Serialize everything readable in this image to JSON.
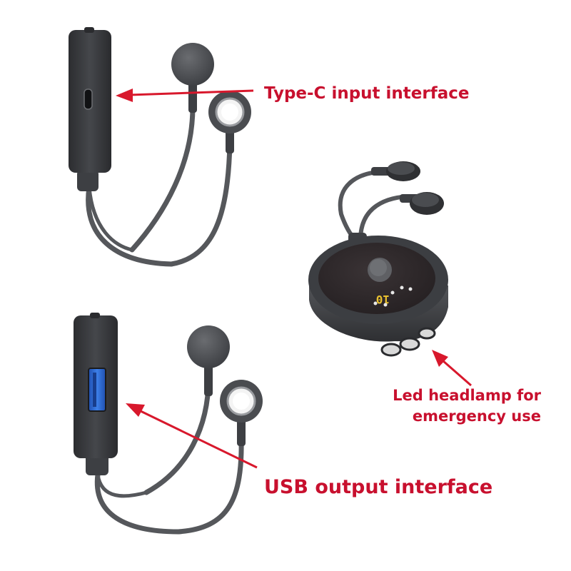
{
  "callouts": {
    "typec": "Type-C input interface",
    "usb": "USB output interface",
    "led_line1": "Led headlamp for",
    "led_line2": "emergency use"
  },
  "lamp_display_text": "10",
  "colors": {
    "callout_text": "#c8102e",
    "arrow": "#d8182c",
    "device_body": "#3a3b3e",
    "cable": "#55575b",
    "usb_port": "#2f6bd8"
  }
}
